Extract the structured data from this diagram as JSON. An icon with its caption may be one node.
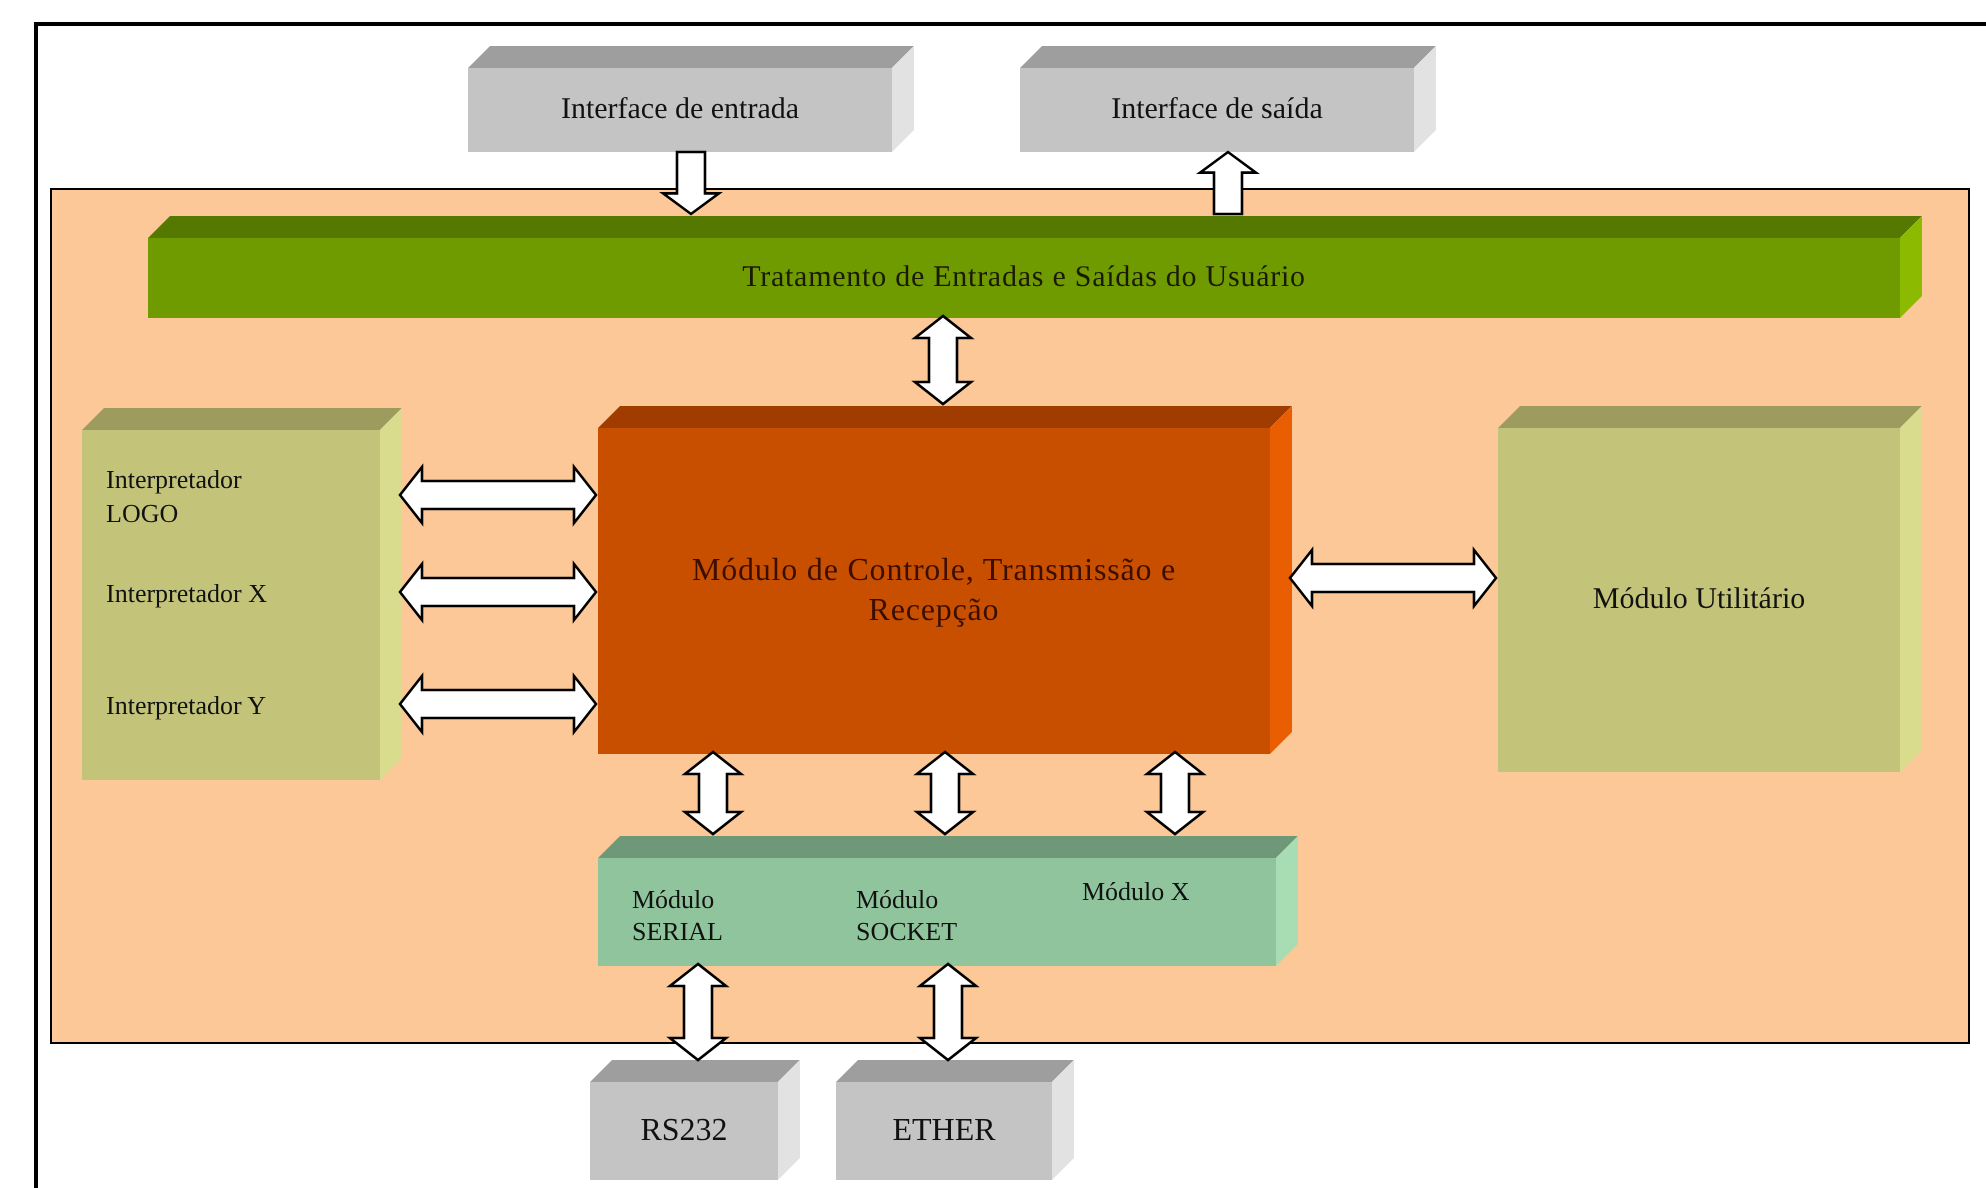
{
  "diagram": {
    "nodes": [
      {
        "text": [
          "Interface de entrada"
        ]
      },
      {
        "text": [
          "Interface de saída"
        ]
      },
      {
        "text": [],
        "shape": "box"
      },
      {
        "text": [
          "Tratamento de Entradas e Saídas do Usuário"
        ],
        "in": 2
      },
      {
        "text": [],
        "shape": "box",
        "in": 2
      },
      {
        "text": [
          "Interpretador LOGO"
        ],
        "in": 4
      },
      {
        "text": [
          "Interpretador X"
        ],
        "in": 4
      },
      {
        "text": [
          "Interpretador Y"
        ],
        "in": 4
      },
      {
        "text": [
          "Módulo de Controle, Transmissão e Recepção"
        ],
        "in": 2
      },
      {
        "text": [
          "Módulo Utilitário"
        ],
        "in": 2
      },
      {
        "text": [],
        "shape": "box",
        "in": 2
      },
      {
        "text": [
          "Módulo SERIAL"
        ],
        "in": 10
      },
      {
        "text": [
          "Módulo SOCKET"
        ],
        "in": 10
      },
      {
        "text": [
          "Módulo X"
        ],
        "in": 10
      },
      {
        "text": [
          "RS232"
        ]
      },
      {
        "text": [
          "ETHER"
        ]
      }
    ],
    "edges": [
      {
        "from": 0,
        "to": 3,
        "arrow": "to"
      },
      {
        "from": 3,
        "to": 1,
        "arrow": "to"
      },
      {
        "from": 3,
        "to": 8,
        "arrow": "both"
      },
      {
        "from": 5,
        "to": 8,
        "arrow": "both"
      },
      {
        "from": 6,
        "to": 8,
        "arrow": "both"
      },
      {
        "from": 7,
        "to": 8,
        "arrow": "both"
      },
      {
        "from": 8,
        "to": 9,
        "arrow": "both"
      },
      {
        "from": 8,
        "to": 11,
        "arrow": "both"
      },
      {
        "from": 8,
        "to": 12,
        "arrow": "both"
      },
      {
        "from": 8,
        "to": 13,
        "arrow": "both"
      },
      {
        "from": 11,
        "to": 14,
        "arrow": "both"
      },
      {
        "from": 12,
        "to": 15,
        "arrow": "both"
      }
    ]
  }
}
